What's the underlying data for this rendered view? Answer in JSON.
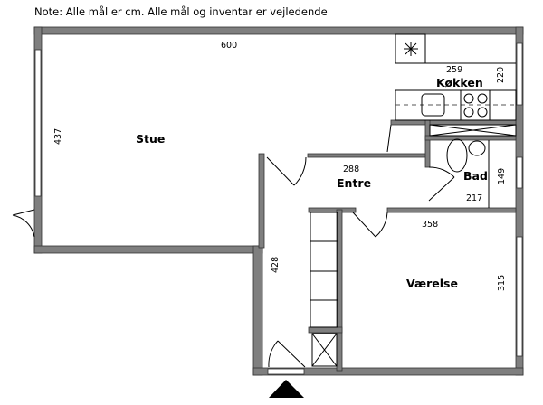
{
  "note": "Note: Alle mål er cm. Alle mål og inventar er vejledende",
  "rooms": {
    "stue": {
      "name": "Stue",
      "width": "600",
      "depth": "437"
    },
    "kokken": {
      "name": "Køkken",
      "width": "259",
      "depth": "220"
    },
    "entre": {
      "name": "Entre",
      "width": "288",
      "depth": "428"
    },
    "bad": {
      "name": "Bad",
      "width": "217",
      "depth": "149"
    },
    "vaerelse": {
      "name": "Værelse",
      "width": "358",
      "depth": "315"
    }
  },
  "colors": {
    "wall": "#7f7f7f",
    "line": "#000000"
  }
}
